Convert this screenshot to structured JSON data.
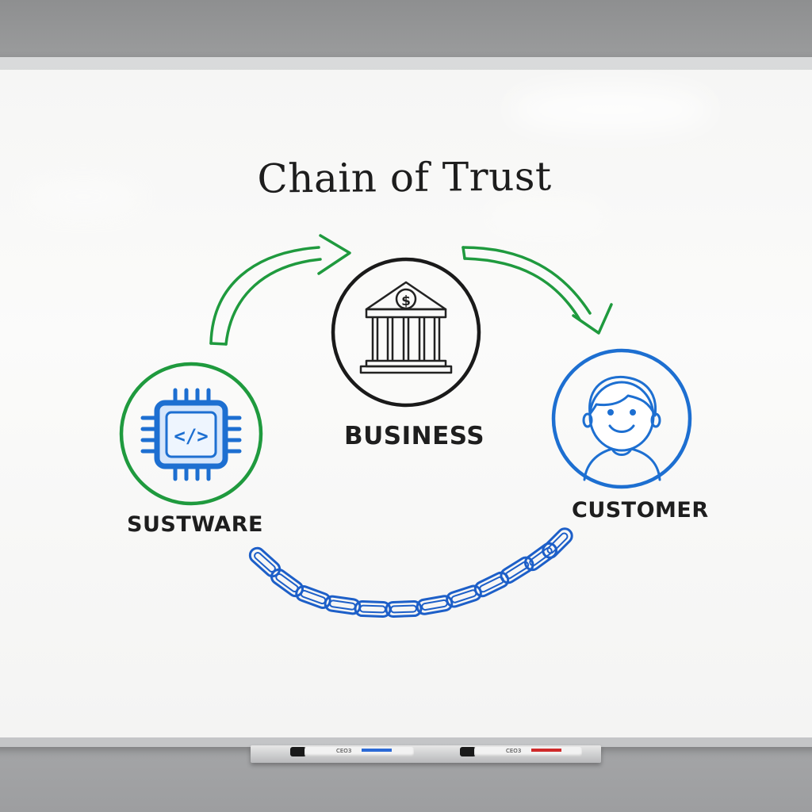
{
  "title": "Chain of Trust",
  "nodes": {
    "software": {
      "label": "SUSTWARE",
      "icon": "chip-code-icon",
      "ring_color": "#1f9a3e",
      "icon_color": "#1d6fd1",
      "code_glyph": "</>"
    },
    "business": {
      "label": "BUSINESS",
      "icon": "bank-dollar-icon",
      "ring_color": "#1a1a1a",
      "dollar_glyph": "$"
    },
    "customer": {
      "label": "CUSTOMER",
      "icon": "person-face-icon",
      "ring_color": "#1d6fd1"
    }
  },
  "arrows": {
    "color": "#1f9a3e",
    "from_software_to_business": "arrow-right-icon",
    "from_business_to_customer": "arrow-down-right-icon"
  },
  "chain": {
    "icon": "chain-link-icon",
    "color": "#1d5fc8"
  },
  "tray": {
    "markers": [
      {
        "brand": "CEO3",
        "color_band": "#2c6ad6"
      },
      {
        "brand": "CEO3",
        "color_band": "#cf2b2b"
      }
    ]
  }
}
